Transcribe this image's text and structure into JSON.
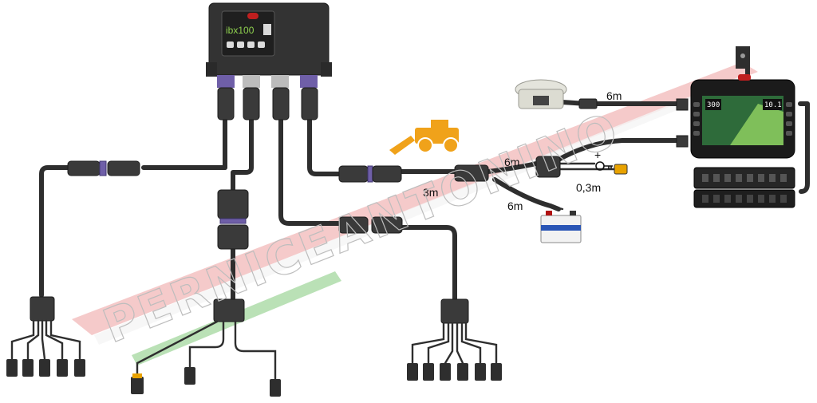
{
  "control_unit": {
    "brand_badge": "",
    "model": "ibx100"
  },
  "watermark": {
    "text": "PERNICEANTONINO"
  },
  "cable_labels": {
    "gps_cable": "6m",
    "display_cable": "6m",
    "main_cable": "3m",
    "battery_cable": "6m",
    "key_cable": "0,3m"
  },
  "battery": {
    "positive_sign": "+"
  },
  "display": {
    "left_value": "300",
    "right_value": "10.1"
  }
}
